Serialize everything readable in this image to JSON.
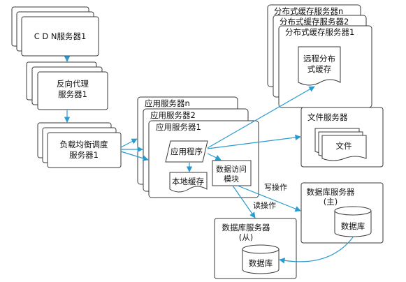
{
  "nodes": {
    "cdn": "C D N服务器1",
    "proxy_line1": "反向代理",
    "proxy_line2": "服务器1",
    "lb_line1": "负载均衡调度",
    "lb_line2": "服务器1",
    "app_n": "应用服务器n",
    "app_2": "应用服务器2",
    "app_1": "应用服务器1",
    "app_program": "应用程序",
    "local_cache": "本地缓存",
    "data_access_line1": "数据访问",
    "data_access_line2": "模块",
    "dist_cache_n": "分布式缓存服务器n",
    "dist_cache_2": "分布式缓存服务器2",
    "dist_cache_1": "分布式缓存服务器1",
    "remote_cache_line1": "远程分布",
    "remote_cache_line2": "式缓存",
    "file_server": "文件服务器",
    "file": "文件",
    "db_master_line1": "数据库服务器",
    "db_master_line2": "(主)",
    "db_master_db": "数据库",
    "db_slave_line1": "数据库服务器",
    "db_slave_line2": "(从)",
    "db_slave_db": "数据库"
  },
  "edges": {
    "write_op": "写操作",
    "read_op": "读操作"
  },
  "colors": {
    "box_stroke": "#3a3a3a",
    "arrow": "#2a9bd1"
  }
}
